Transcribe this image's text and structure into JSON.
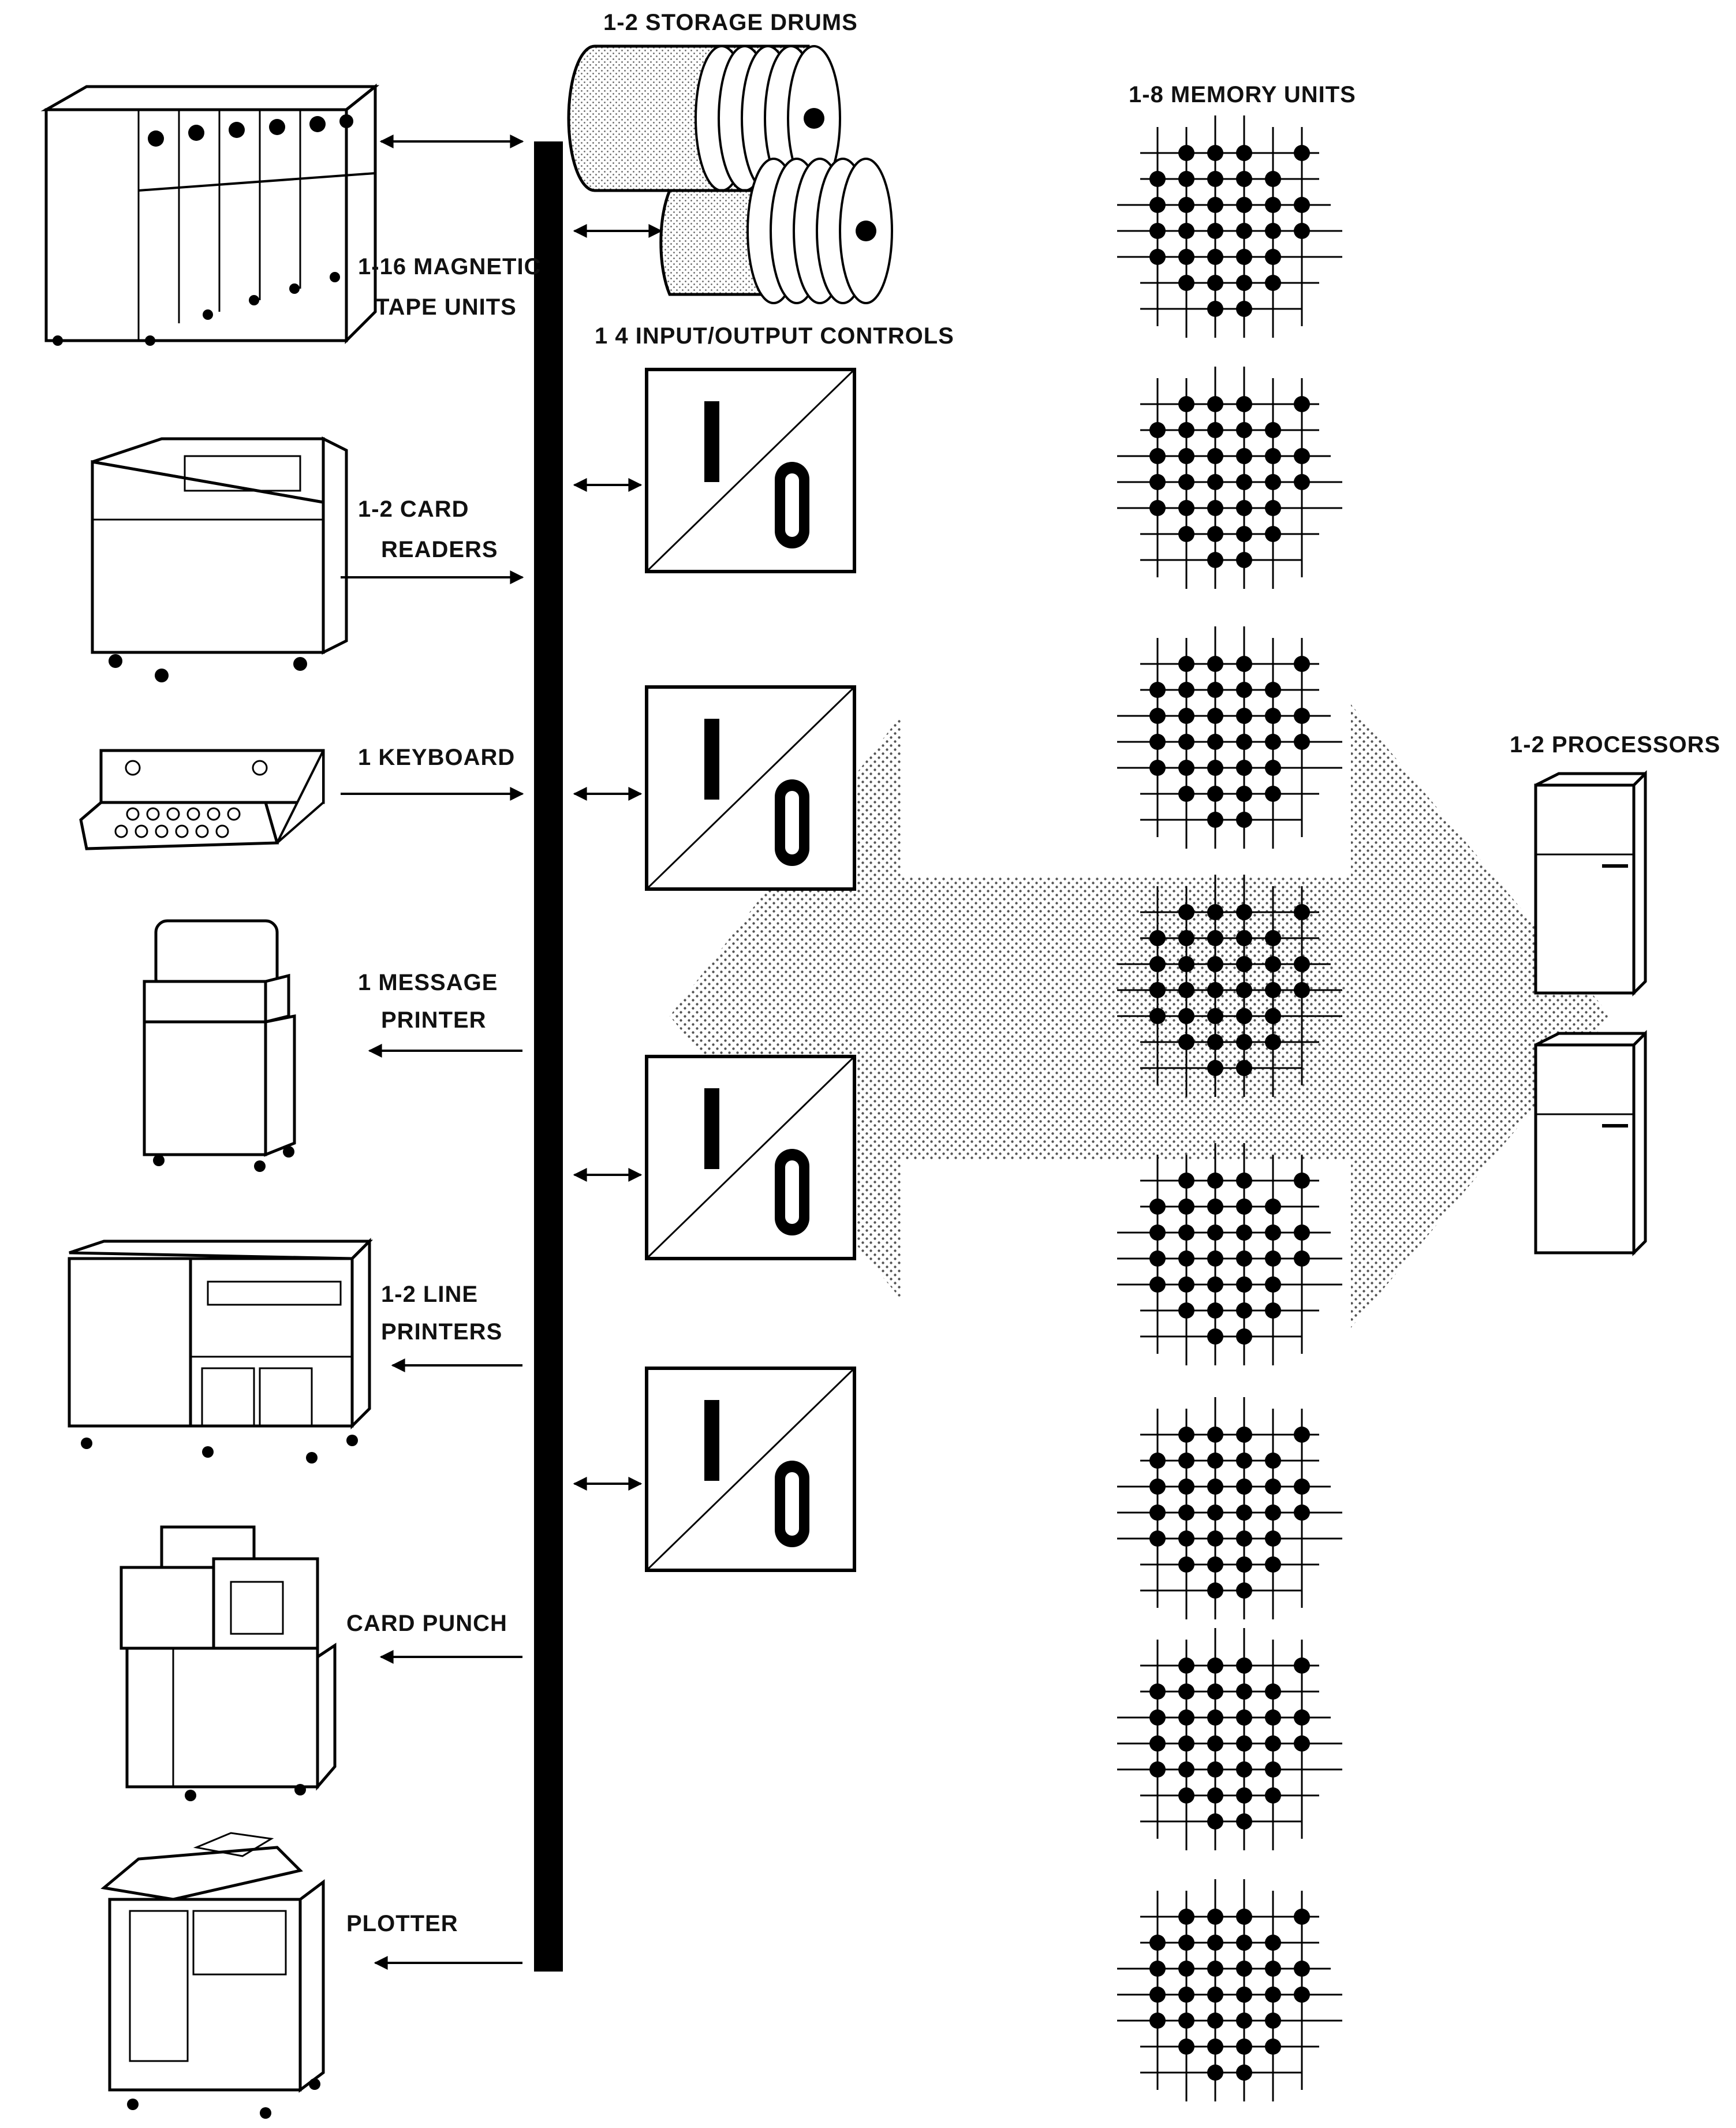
{
  "labels": {
    "magnetic_tape": [
      "1-16 MAGNETIC",
      "TAPE UNITS"
    ],
    "storage_drums": "1-2 STORAGE DRUMS",
    "io_controls": "1 4 INPUT/OUTPUT CONTROLS",
    "memory_units": "1-8 MEMORY  UNITS",
    "card_readers": [
      "1-2 CARD",
      "READERS"
    ],
    "keyboard": "1 KEYBOARD",
    "message_printer": [
      "1 MESSAGE",
      "PRINTER"
    ],
    "line_printers": [
      "1-2 LINE",
      "PRINTERS"
    ],
    "card_punch": "CARD PUNCH",
    "plotter": "PLOTTER",
    "processors": "1-2 PROCESSORS"
  },
  "io_box": {
    "top": "I",
    "bottom": "O"
  },
  "colors": {
    "ink": "#000000",
    "paper": "#ffffff",
    "stipple": "#555555"
  }
}
